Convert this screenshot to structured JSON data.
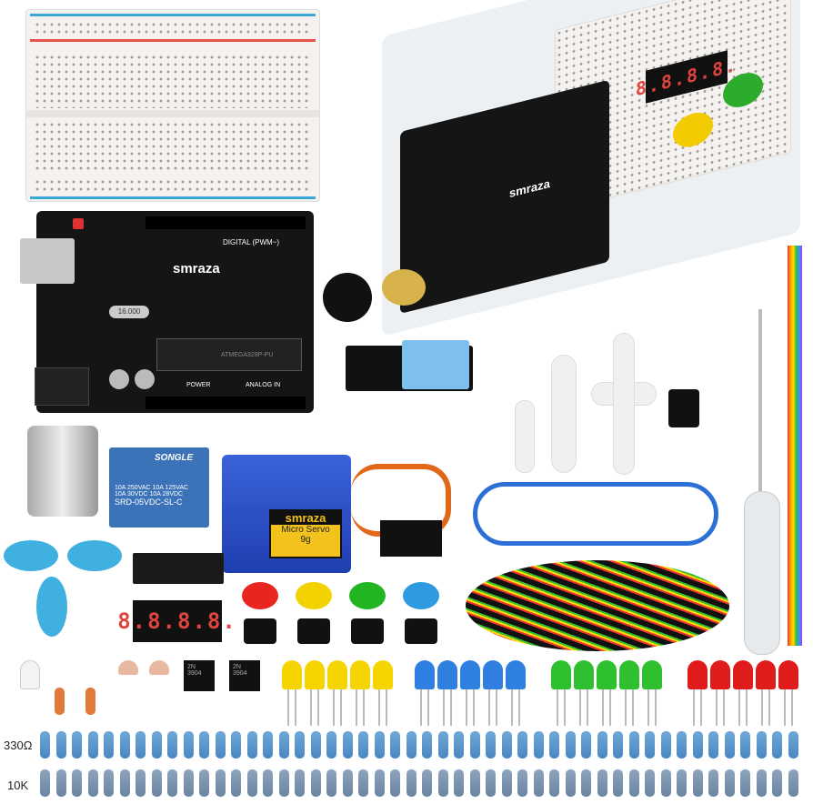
{
  "board": {
    "brand": "smraza",
    "digital_label": "DIGITAL (PWM~)",
    "power_label": "POWER",
    "analog_label": "ANALOG IN",
    "chip_label": "ATMEGA328P-PU",
    "crystal": "16.000"
  },
  "relay": {
    "brand": "SONGLE",
    "rating_line1": "10A 250VAC 10A 125VAC",
    "rating_line2": "10A  30VDC 10A  28VDC",
    "model": "SRD-05VDC-SL-C"
  },
  "servo": {
    "brand": "smraza",
    "name": "Micro Servo",
    "weight": "9g"
  },
  "display": {
    "digits": "8.8.8.8."
  },
  "resistors": [
    {
      "label": "330Ω",
      "color": "#5b97cf"
    },
    {
      "label": "10K",
      "color": "#7c93b0"
    }
  ],
  "led_colors": {
    "yellow": "#f5d400",
    "blue": "#2f7fe0",
    "green": "#2fc02f",
    "red": "#e01b1b"
  },
  "button_colors": [
    "#e8261f",
    "#f2d200",
    "#22b522",
    "#2e9be0"
  ],
  "transistor": {
    "label": "2N 3904"
  }
}
